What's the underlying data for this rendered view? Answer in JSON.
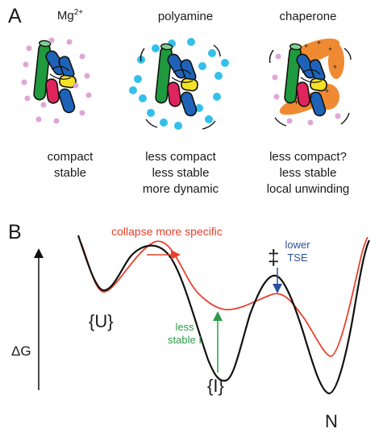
{
  "panel_a": {
    "letter": "A",
    "columns": [
      {
        "title_main": "Mg",
        "title_sup": "2+",
        "caption": [
          "compact",
          "stable"
        ]
      },
      {
        "title_main": "polyamine",
        "title_sup": "",
        "caption": [
          "less compact",
          "less stable",
          "more dynamic"
        ]
      },
      {
        "title_main": "chaperone",
        "title_sup": "",
        "caption": [
          "less compact?",
          "less stable",
          "local unwinding"
        ]
      }
    ]
  },
  "panel_b": {
    "letter": "B",
    "y_axis_label": "ΔG",
    "label_U": "{U}",
    "label_I": "{I}",
    "label_N": "N",
    "label_TS": "‡",
    "red_annotation": "collapse more specific",
    "green_annotation": [
      "less",
      "stable I"
    ],
    "blue_annotation": [
      "lower",
      "TSE"
    ]
  },
  "colors": {
    "black_curve": "#111111",
    "red_curve": "#e8412c",
    "green": "#2f9a4a",
    "blue": "#2c4fa0",
    "helix_green": "#1f9a3f",
    "helix_blue": "#1f63b8",
    "helix_red": "#e0245e",
    "helix_yellow": "#f4e224",
    "mg_dot": "#dfa6d6",
    "polyamine_dot": "#33c0ea",
    "chaperone": "#ef7e1c"
  }
}
